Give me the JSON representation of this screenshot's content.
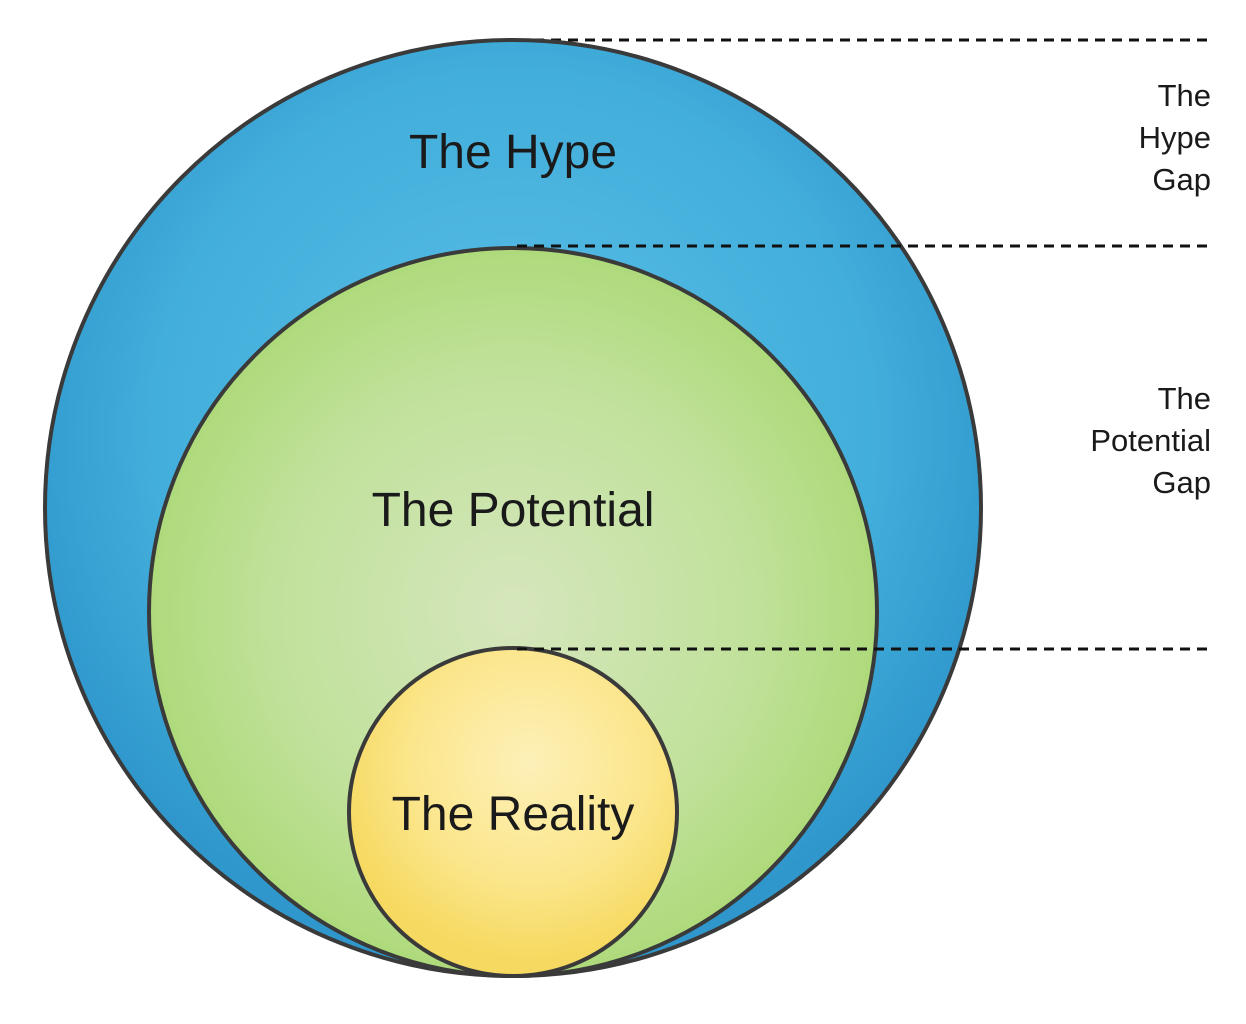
{
  "circles": {
    "hype": {
      "label": "The Hype",
      "color": "#3aa3d6"
    },
    "potential": {
      "label": "The Potential",
      "color": "#b2dc80"
    },
    "reality": {
      "label": "The Reality",
      "color": "#fbe27a"
    }
  },
  "gaps": {
    "hype_gap": {
      "lines": [
        "The",
        "Hype",
        "Gap"
      ]
    },
    "potential_gap": {
      "lines": [
        "The",
        "Potential",
        "Gap"
      ]
    }
  }
}
